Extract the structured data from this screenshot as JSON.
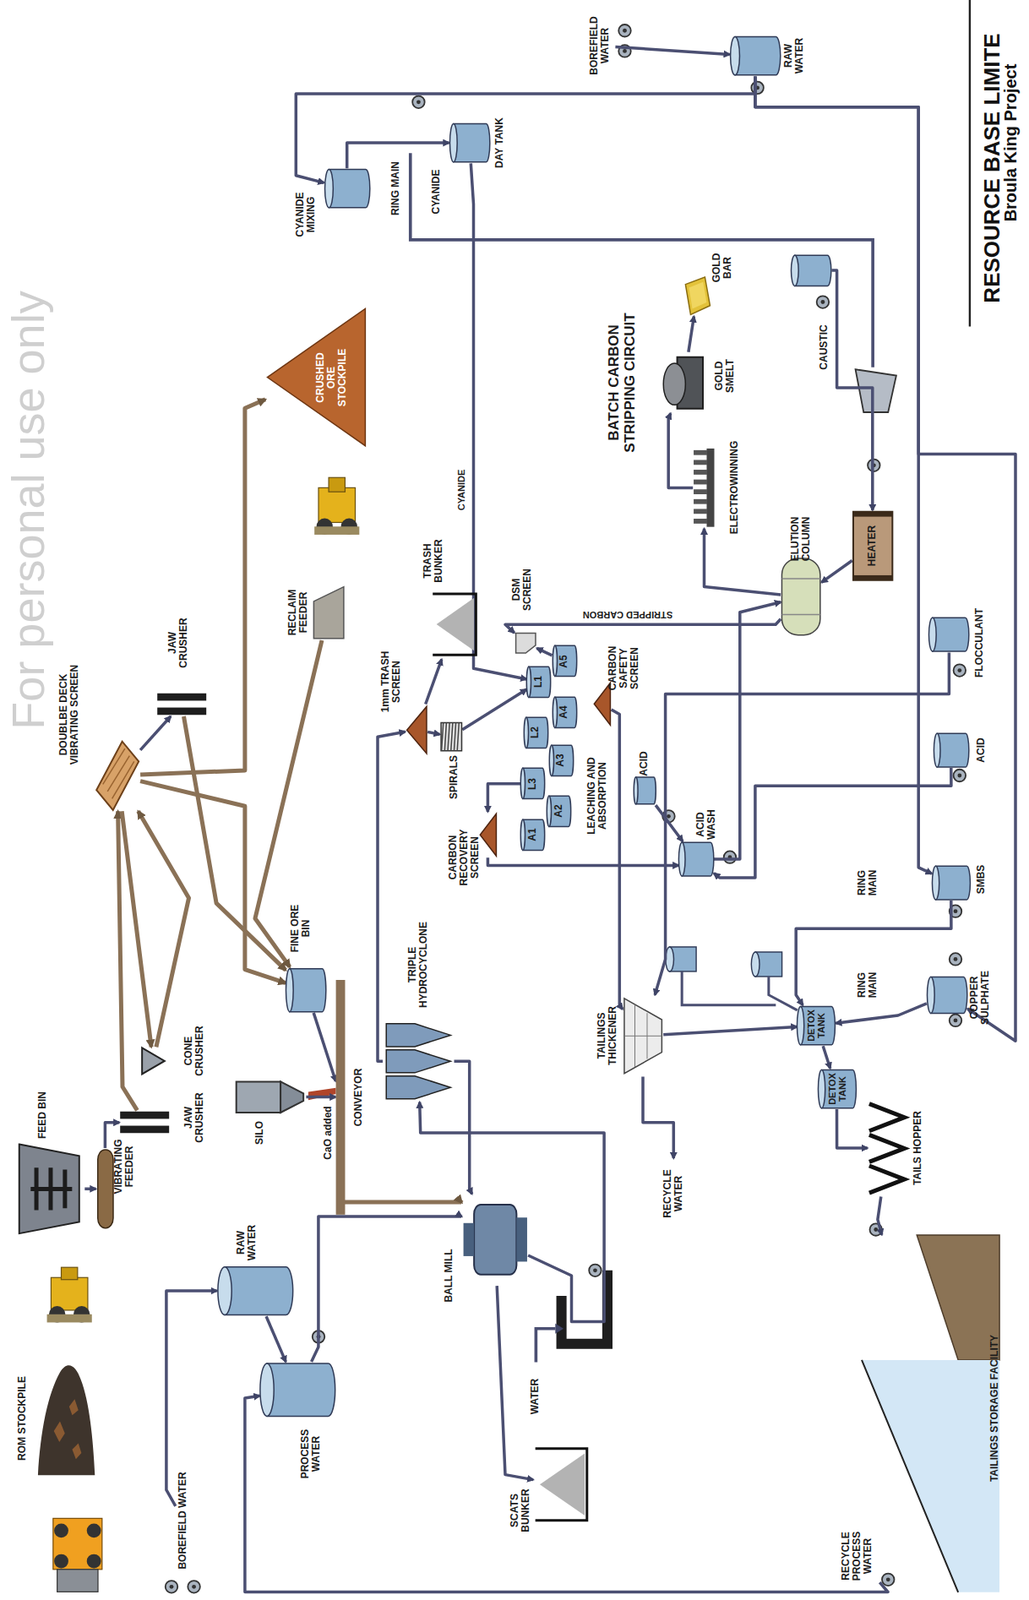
{
  "diagram": {
    "title": "RESOURCE BASE LIMITE",
    "caption": "Broula King Project",
    "nodes": [
      {
        "text": [
          "ROM STOCKPILE"
        ]
      },
      {
        "text": [
          "FEED BIN"
        ]
      },
      {
        "text": [
          "VIBRATING FEEDER"
        ]
      },
      {
        "text": [
          "JAW CRUSHER"
        ]
      },
      {
        "text": [
          "CONE CRUSHER"
        ]
      },
      {
        "text": [
          "DOUBLBE DECK VIBRATING SCREEN"
        ]
      },
      {
        "text": [
          "JAW CRUSHER"
        ]
      },
      {
        "text": [
          "CRUSHED ORE STOCKPILE"
        ]
      },
      {
        "text": [
          "RECLAIM FEEDER"
        ]
      },
      {
        "text": [
          "FINE ORE BIN"
        ]
      },
      {
        "text": [
          "SILO"
        ]
      },
      {
        "text": [
          "CONVEYOR"
        ]
      },
      {
        "text": [
          "RAW WATER"
        ]
      },
      {
        "text": [
          "PROCESS WATER"
        ]
      },
      {
        "text": [
          "BOREFIELD WATER"
        ]
      },
      {
        "text": [
          "BALL MILL"
        ]
      },
      {
        "text": [
          "TRIPLE HYDROCYCLONE"
        ]
      },
      {
        "text": [
          "SCATS BUNKER"
        ]
      },
      {
        "text": [
          "1mm TRASH SCREEN"
        ]
      },
      {
        "text": [
          "TRASH BUNKER"
        ]
      },
      {
        "text": [
          "SPIRALS"
        ]
      },
      {
        "text": [
          "DSM SCREEN"
        ]
      },
      {
        "text": [
          "L1"
        ]
      },
      {
        "text": [
          "L2"
        ]
      },
      {
        "text": [
          "L3"
        ]
      },
      {
        "text": [
          "A1"
        ]
      },
      {
        "text": [
          "A2"
        ]
      },
      {
        "text": [
          "A3"
        ]
      },
      {
        "text": [
          "A4"
        ]
      },
      {
        "text": [
          "A5"
        ]
      },
      {
        "text": [
          "CARBON SAFETY SCREEN"
        ]
      },
      {
        "text": [
          "CARBON RECOVERY SCREEN"
        ]
      },
      {
        "text": [
          "ACID"
        ]
      },
      {
        "text": [
          "ACID WASH"
        ]
      },
      {
        "text": [
          "ACID"
        ]
      },
      {
        "text": [
          "FLOCCULANT"
        ]
      },
      {
        "text": [
          "ELUTION COLUMN"
        ]
      },
      {
        "text": [
          "HEATER"
        ]
      },
      {
        "text": [
          "ELECTROWINNING"
        ]
      },
      {
        "text": [
          "GOLD SMELT"
        ]
      },
      {
        "text": [
          "GOLD BAR"
        ]
      },
      {
        "text": [
          "CAUSTIC"
        ]
      },
      {
        "text": [
          "CYANIDE MIXING"
        ]
      },
      {
        "text": [
          "CYANIDE",
          "DAY TANK"
        ]
      },
      {
        "text": [
          "RAW WATER"
        ]
      },
      {
        "text": [
          "BOREFIELD WATER"
        ]
      },
      {
        "text": [
          "SMBS"
        ]
      },
      {
        "text": [
          "COPPER SULPHATE"
        ]
      },
      {
        "text": [
          "TAILINGS THICKENER"
        ]
      },
      {
        "text": [
          "DETOX TANK"
        ]
      },
      {
        "text": [
          "DETOX TANK"
        ]
      },
      {
        "text": [
          "TAILS HOPPER"
        ]
      },
      {
        "text": [
          "TAILINGS STORAGE FACILITY"
        ]
      },
      {
        "text": [
          "RECYCLE WATER"
        ]
      },
      {
        "text": [
          "RECYCLE PROCESS WATER"
        ]
      }
    ],
    "edges": [
      {
        "from": 1,
        "to": 2,
        "arrow": "to"
      },
      {
        "from": 2,
        "to": 3,
        "arrow": "to"
      },
      {
        "from": 3,
        "to": 5,
        "arrow": "to"
      },
      {
        "from": 5,
        "to": 6,
        "arrow": "to"
      },
      {
        "from": 5,
        "to": 4,
        "arrow": "to"
      },
      {
        "from": 4,
        "to": 5,
        "arrow": "to"
      },
      {
        "from": 6,
        "to": 9,
        "arrow": "to"
      },
      {
        "from": 5,
        "to": 7,
        "arrow": "to"
      },
      {
        "from": 5,
        "to": 9,
        "arrow": "to"
      },
      {
        "from": 8,
        "to": 9,
        "arrow": "to"
      },
      {
        "from": 9,
        "to": 11,
        "arrow": "to"
      },
      {
        "from": 10,
        "to": 11,
        "arrow": "to"
      },
      {
        "from": 11,
        "to": 15,
        "arrow": "to"
      },
      {
        "from": 14,
        "to": 12,
        "arrow": "to"
      },
      {
        "from": 12,
        "to": 13,
        "arrow": "to"
      },
      {
        "from": 13,
        "to": 15,
        "arrow": "to"
      },
      {
        "from": 15,
        "to": 16,
        "arrow": "to"
      },
      {
        "from": 16,
        "to": 15,
        "arrow": "to"
      },
      {
        "from": 15,
        "to": 17,
        "arrow": "to"
      },
      {
        "from": 16,
        "to": 18,
        "arrow": "to"
      },
      {
        "from": 18,
        "to": 19,
        "arrow": "to"
      },
      {
        "from": 18,
        "to": 20,
        "arrow": "to"
      },
      {
        "from": 20,
        "to": 22,
        "arrow": "to"
      },
      {
        "from": 43,
        "to": 22,
        "arrow": "to",
        "label": "CYANIDE"
      },
      {
        "from": 42,
        "to": 43,
        "arrow": "to"
      },
      {
        "from": 44,
        "to": 42,
        "arrow": "to"
      },
      {
        "from": 29,
        "to": 21,
        "arrow": "to"
      },
      {
        "from": 36,
        "to": 21,
        "arrow": "to",
        "label": "STRIPPED CARBON"
      },
      {
        "from": 24,
        "to": 31,
        "arrow": "to"
      },
      {
        "from": 31,
        "to": 33,
        "arrow": "to"
      },
      {
        "from": 30,
        "to": 48,
        "arrow": "to"
      },
      {
        "from": 32,
        "to": 33,
        "arrow": "to"
      },
      {
        "from": 34,
        "to": 33,
        "arrow": "to"
      },
      {
        "from": 35,
        "to": 48,
        "arrow": "to"
      },
      {
        "from": 33,
        "to": 36,
        "arrow": "to"
      },
      {
        "from": 36,
        "to": 38,
        "arrow": "to"
      },
      {
        "from": 38,
        "to": 39,
        "arrow": "to"
      },
      {
        "from": 39,
        "to": 40,
        "arrow": "to"
      },
      {
        "from": 41,
        "to": 37,
        "arrow": "to"
      },
      {
        "from": 37,
        "to": 36,
        "arrow": "to"
      },
      {
        "from": 45,
        "to": 44,
        "arrow": "to"
      },
      {
        "from": 44,
        "to": 46,
        "arrow": "to"
      },
      {
        "from": 44,
        "to": 47,
        "arrow": "to"
      },
      {
        "from": 48,
        "to": 49,
        "arrow": "to"
      },
      {
        "from": 46,
        "to": 49,
        "arrow": "to"
      },
      {
        "from": 47,
        "to": 49,
        "arrow": "to"
      },
      {
        "from": 49,
        "to": 50,
        "arrow": "to"
      },
      {
        "from": 50,
        "to": 51,
        "arrow": "to"
      },
      {
        "from": 51,
        "to": 52,
        "arrow": "to"
      },
      {
        "from": 54,
        "to": 13,
        "arrow": "to"
      },
      {
        "from": 48,
        "to": 53,
        "arrow": "to"
      }
    ],
    "labels": [
      "LEACHING AND ABSORPTION",
      "BATCH CARBON STRIPPING CIRCUIT",
      "RING MAIN",
      "RING MAIN",
      "RING MAIN",
      "CaO added",
      "WATER",
      "For personal use only"
    ]
  }
}
